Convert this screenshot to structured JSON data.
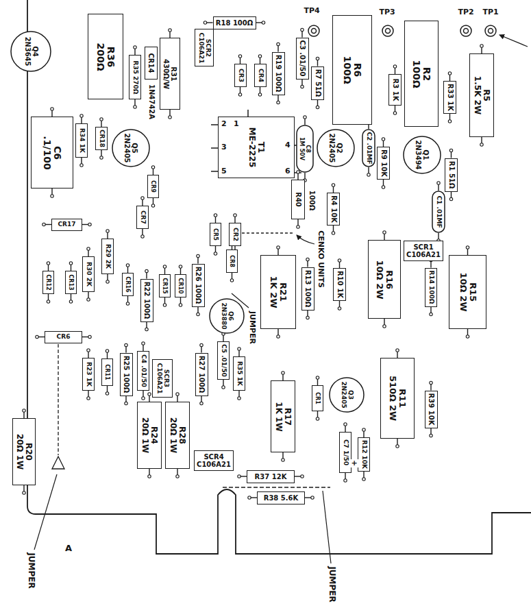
{
  "diagram": {
    "nodes": [
      {
        "text": [
          "Q4",
          "2N3645"
        ]
      },
      {
        "text": [
          "R36",
          "200Ω"
        ]
      },
      {
        "text": [
          "R35",
          "270Ω"
        ]
      },
      {
        "text": [
          "CR14"
        ]
      },
      {
        "text": [
          "R31",
          "430Ω/W"
        ]
      },
      {
        "text": [
          "SCR2",
          "C106A21"
        ]
      },
      {
        "text": [
          "R18",
          "100Ω"
        ]
      },
      {
        "text": [
          "CR3"
        ]
      },
      {
        "text": [
          "CR4"
        ]
      },
      {
        "text": [
          "R19",
          "100Ω"
        ]
      },
      {
        "text": [
          "C3",
          ".01/50"
        ]
      },
      {
        "text": [
          "R7",
          "51Ω"
        ]
      },
      {
        "text": [
          "R6",
          "100Ω"
        ]
      },
      {
        "text": [
          "R3",
          "1K"
        ]
      },
      {
        "text": [
          "R2",
          "100Ω"
        ]
      },
      {
        "text": [
          "R33",
          "1K"
        ]
      },
      {
        "text": [
          "R5",
          "1.5K 2W"
        ]
      },
      {
        "text": [
          "T1",
          "ME-2225"
        ]
      },
      {
        "text": [
          "C8",
          "1M 50V"
        ]
      },
      {
        "text": [
          "R40"
        ]
      },
      {
        "text": [
          "Q2",
          "2N2405"
        ]
      },
      {
        "text": [
          "C2",
          ".01MF"
        ]
      },
      {
        "text": [
          "R9",
          "10K"
        ]
      },
      {
        "text": [
          "Q1",
          "2N3494"
        ]
      },
      {
        "text": [
          "R1",
          "51Ω"
        ]
      },
      {
        "text": [
          "C1",
          ".01MF"
        ]
      },
      {
        "text": [
          "R4",
          "10K"
        ]
      },
      {
        "text": [
          "SCR1",
          "C106A21"
        ]
      },
      {
        "text": [
          "R16",
          "10Ω 2W"
        ]
      },
      {
        "text": [
          "R15",
          "10Ω 2W"
        ]
      },
      {
        "text": [
          "R14",
          "100Ω"
        ]
      },
      {
        "text": [
          "R10",
          "1K"
        ]
      },
      {
        "text": [
          "R13",
          "100Ω"
        ]
      },
      {
        "text": [
          "R21",
          "1K 2W"
        ]
      },
      {
        "text": [
          "C6",
          ".1/100"
        ]
      },
      {
        "text": [
          "R34",
          "1K"
        ]
      },
      {
        "text": [
          "CR18"
        ]
      },
      {
        "text": [
          "Q5",
          "2N2405"
        ]
      },
      {
        "text": [
          "CR9"
        ]
      },
      {
        "text": [
          "CR17"
        ]
      },
      {
        "text": [
          "CR7"
        ]
      },
      {
        "text": [
          "R29",
          "2K"
        ]
      },
      {
        "text": [
          "R30",
          "2K"
        ]
      },
      {
        "text": [
          "CR13"
        ]
      },
      {
        "text": [
          "CR12"
        ]
      },
      {
        "text": [
          "CR16"
        ]
      },
      {
        "text": [
          "R22",
          "100Ω"
        ]
      },
      {
        "text": [
          "CR15"
        ]
      },
      {
        "text": [
          "CR10"
        ]
      },
      {
        "text": [
          "R26",
          "100Ω"
        ]
      },
      {
        "text": [
          "CR5"
        ]
      },
      {
        "text": [
          "CR2"
        ]
      },
      {
        "text": [
          "CR8"
        ]
      },
      {
        "text": [
          "Q6",
          "2N3880"
        ]
      },
      {
        "text": [
          "CR6"
        ]
      },
      {
        "text": [
          "R23",
          "1K"
        ]
      },
      {
        "text": [
          "CR11"
        ]
      },
      {
        "text": [
          "R25",
          "100Ω"
        ]
      },
      {
        "text": [
          "C4",
          ".01/50"
        ]
      },
      {
        "text": [
          "SCR3",
          "C106A21"
        ]
      },
      {
        "text": [
          "R27",
          "100Ω"
        ]
      },
      {
        "text": [
          "C5",
          ".01/50"
        ]
      },
      {
        "text": [
          "R35",
          "1K"
        ]
      },
      {
        "text": [
          "R17",
          "1K 1W"
        ]
      },
      {
        "text": [
          "CR1"
        ]
      },
      {
        "text": [
          "Q3",
          "2N2405"
        ]
      },
      {
        "text": [
          "R11",
          "510Ω 2W"
        ]
      },
      {
        "text": [
          "R39",
          "10K"
        ]
      },
      {
        "text": [
          "R20",
          "20Ω 1W"
        ]
      },
      {
        "text": [
          "R24",
          "20Ω 1W"
        ]
      },
      {
        "text": [
          "R28",
          "20Ω 1W"
        ]
      },
      {
        "text": [
          "SCR4",
          "C106A21"
        ]
      },
      {
        "text": [
          "R37",
          "12K"
        ]
      },
      {
        "text": [
          "R38",
          "5.6K"
        ]
      },
      {
        "text": [
          "C7",
          "1/50"
        ]
      },
      {
        "text": [
          "R12",
          "10K"
        ]
      }
    ],
    "labels": [
      "1N4742A",
      "TP4",
      "TP3",
      "TP2",
      "TP1",
      "2",
      "1",
      "3",
      "4",
      "5",
      "6",
      "100Ω",
      "CENKO UNITS",
      "JUMPER",
      "JUMPER",
      "A",
      "JUMPER",
      "+"
    ]
  }
}
